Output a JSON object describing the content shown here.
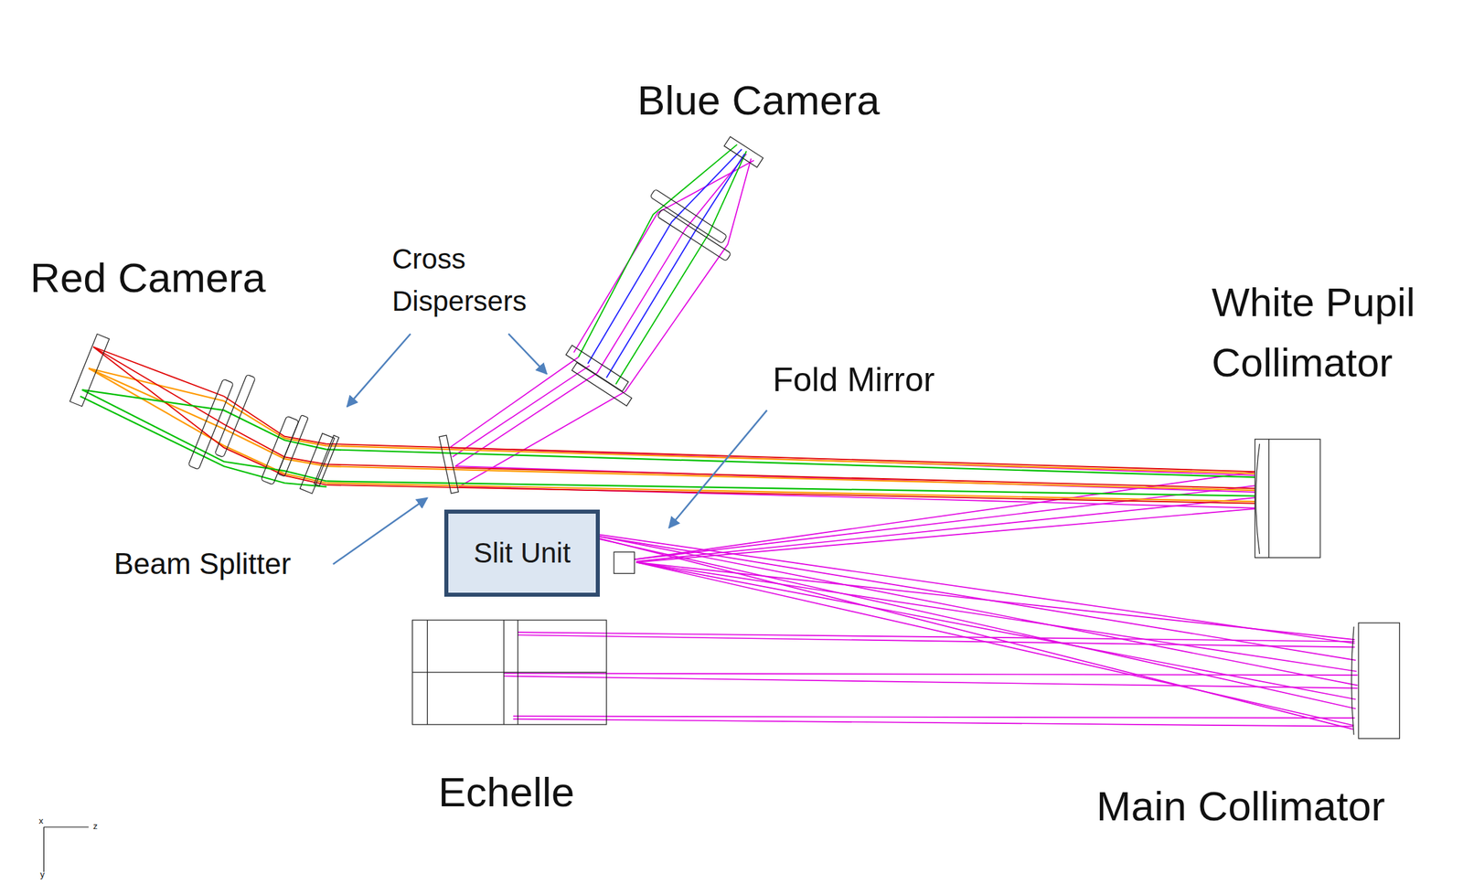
{
  "diagram": {
    "nodes": [
      {
        "text": [
          "Slit Unit"
        ]
      }
    ],
    "labels": [
      "Blue Camera",
      "Red Camera",
      "Cross Dispersers",
      "White Pupil Collimator",
      "Fold Mirror",
      "Beam Splitter",
      "Echelle",
      "Main Collimator",
      "x",
      "z",
      "y"
    ]
  }
}
